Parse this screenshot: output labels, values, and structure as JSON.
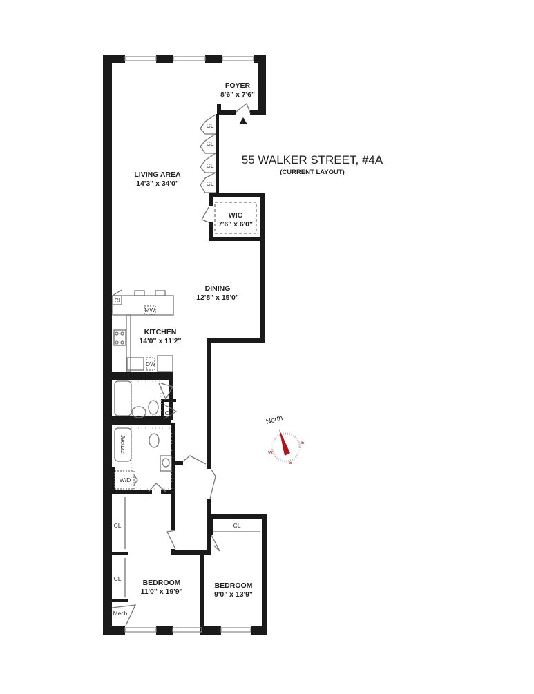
{
  "title": {
    "address": "55 WALKER STREET, #4A",
    "subtitle": "(CURRENT LAYOUT)"
  },
  "rooms": [
    {
      "name": "FOYER",
      "dims": "8'6\" x 7'6\""
    },
    {
      "name": "LIVING AREA",
      "dims": "14'3\" x 34'0\""
    },
    {
      "name": "WIC",
      "dims": "7'6\" x 6'0\""
    },
    {
      "name": "DINING",
      "dims": "12'8\" x 15'0\""
    },
    {
      "name": "KITCHEN",
      "dims": "14'0\" x 11'2\""
    },
    {
      "name": "BEDROOM",
      "dims": "11'0\" x 19'9\""
    },
    {
      "name": "BEDROOM",
      "dims": "9'0\" x 13'9\""
    }
  ],
  "fixtures": {
    "closet": "CL",
    "microwave": "MW",
    "dishwasher": "DW",
    "jacuzzi": "Jacuzzi",
    "washer_dryer": "W/D",
    "mech": "Mech"
  },
  "compass": {
    "label": "North",
    "letters": [
      "E",
      "S",
      "W"
    ],
    "needle_color": "#b5121b"
  },
  "colors": {
    "wall": "#1a1a1a",
    "line": "#888888"
  }
}
